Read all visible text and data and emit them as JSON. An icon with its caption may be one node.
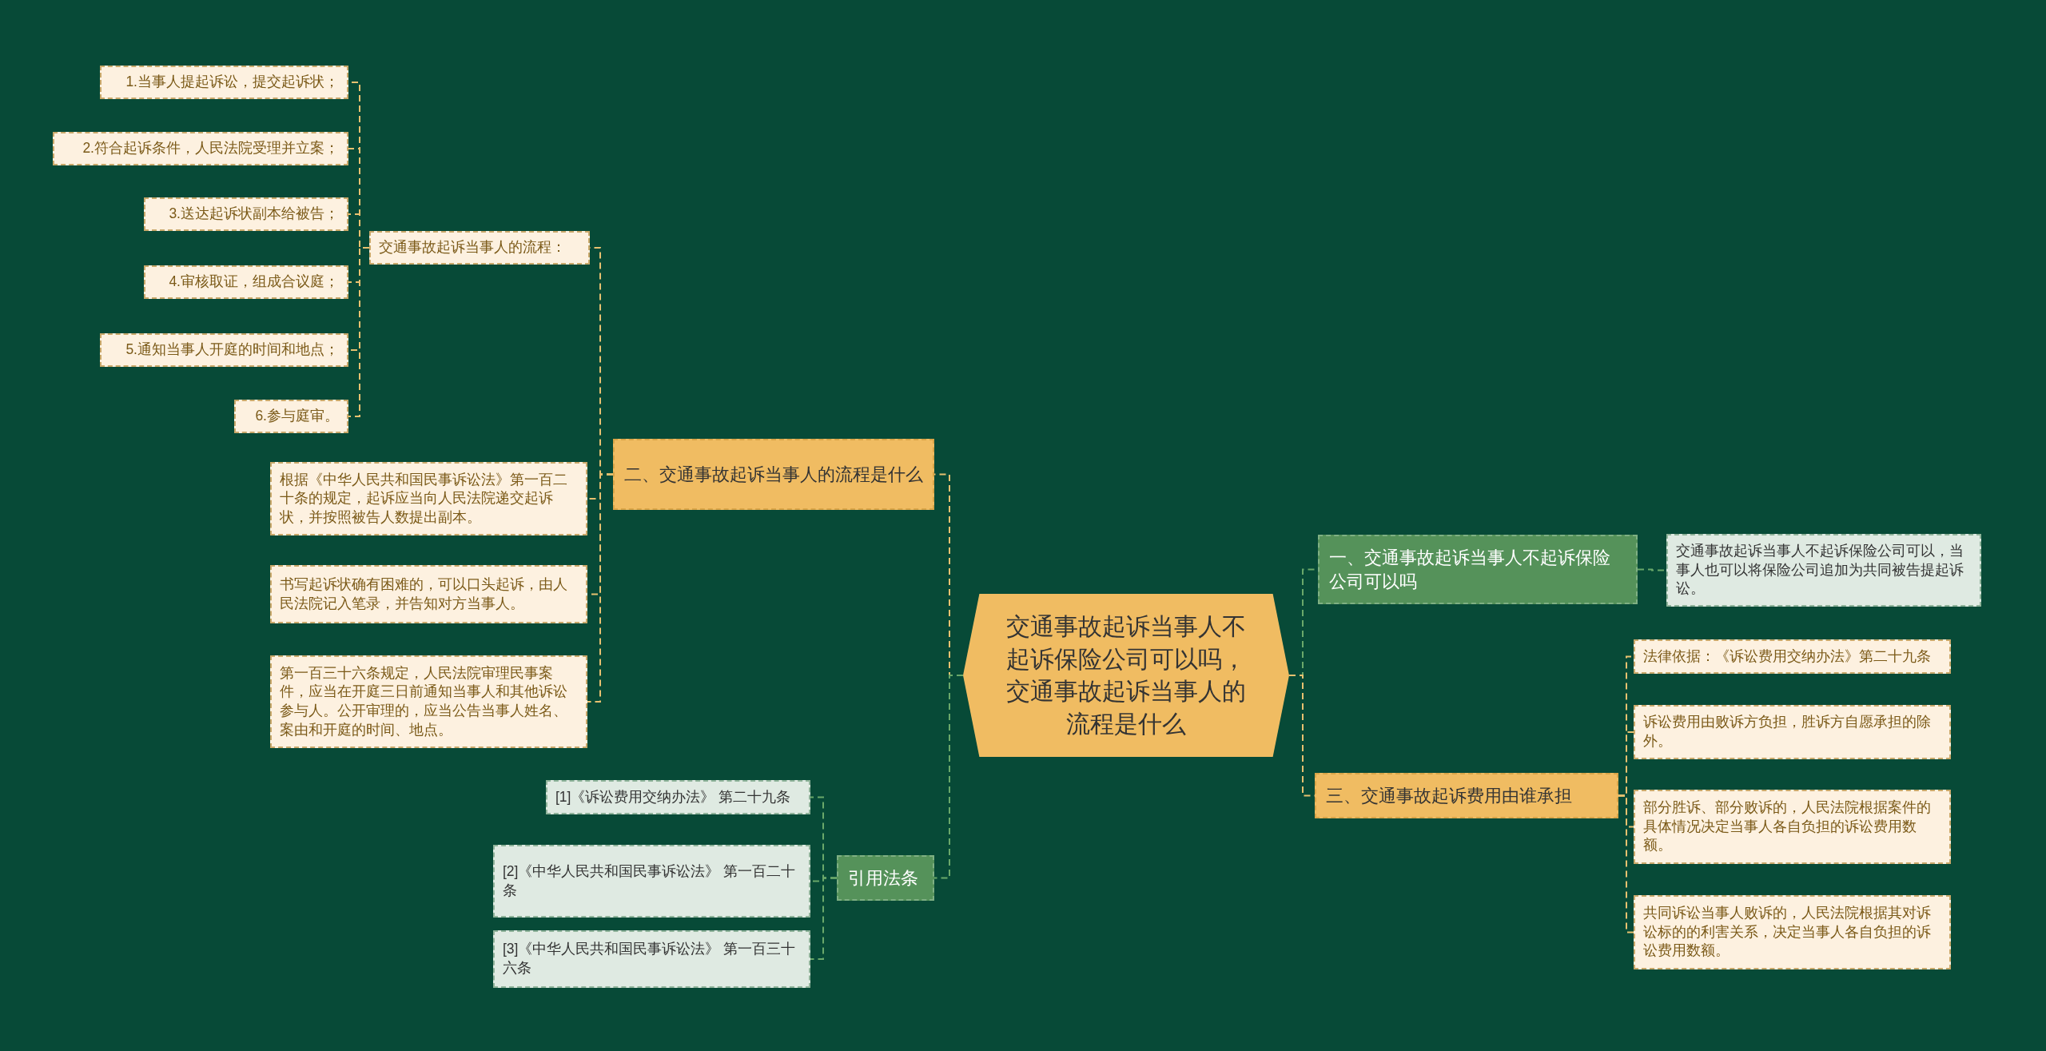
{
  "diagram": {
    "nodes": [
      {
        "text": [
          "交通事故起诉当事人不起诉保险公司可以吗，交通事故起诉当事人的流程是什么"
        ]
      },
      {
        "text": [
          "一、交通事故起诉当事人不起诉保险公司可以吗"
        ]
      },
      {
        "text": [
          "交通事故起诉当事人不起诉保险公司可以，当事人也可以将保险公司追加为共同被告提起诉讼。"
        ]
      },
      {
        "text": [
          "二、交通事故起诉当事人的流程是什么"
        ]
      },
      {
        "text": [
          "交通事故起诉当事人的流程："
        ]
      },
      {
        "text": [
          "1.当事人提起诉讼，提交起诉状；"
        ]
      },
      {
        "text": [
          "2.符合起诉条件，人民法院受理并立案；"
        ]
      },
      {
        "text": [
          "3.送达起诉状副本给被告；"
        ]
      },
      {
        "text": [
          "4.审核取证，组成合议庭；"
        ]
      },
      {
        "text": [
          "5.通知当事人开庭的时间和地点；"
        ]
      },
      {
        "text": [
          "6.参与庭审。"
        ]
      },
      {
        "text": [
          "根据《中华人民共和国民事诉讼法》第一百二十条的规定，起诉应当向人民法院递交起诉状，并按照被告人数提出副本。"
        ]
      },
      {
        "text": [
          "书写起诉状确有困难的，可以口头起诉，由人民法院记入笔录，并告知对方当事人。"
        ]
      },
      {
        "text": [
          "第一百三十六条规定，人民法院审理民事案件，应当在开庭三日前通知当事人和其他诉讼参与人。公开审理的，应当公告当事人姓名、案由和开庭的时间、地点。"
        ]
      },
      {
        "text": [
          "三、交通事故起诉费用由谁承担"
        ]
      },
      {
        "text": [
          "法律依据：《诉讼费用交纳办法》第二十九条"
        ]
      },
      {
        "text": [
          "诉讼费用由败诉方负担，胜诉方自愿承担的除外。"
        ]
      },
      {
        "text": [
          "部分胜诉、部分败诉的，人民法院根据案件的具体情况决定当事人各自负担的诉讼费用数额。"
        ]
      },
      {
        "text": [
          "共同诉讼当事人败诉的，人民法院根据其对诉讼标的的利害关系，决定当事人各自负担的诉讼费用数额。"
        ]
      },
      {
        "text": [
          "引用法条"
        ]
      },
      {
        "text": [
          "[1]《诉讼费用交纳办法》 第二十九条"
        ]
      },
      {
        "text": [
          "[2]《中华人民共和国民事诉讼法》 第一百二十条"
        ]
      },
      {
        "text": [
          "[3]《中华人民共和国民事诉讼法》 第一百三十六条"
        ]
      }
    ],
    "edges": [
      {
        "from": 0,
        "to": 1,
        "arrow": "none",
        "color": "#6aa86a"
      },
      {
        "from": 1,
        "to": 2,
        "arrow": "none",
        "color": "#6aa86a"
      },
      {
        "from": 0,
        "to": 3,
        "arrow": "none"
      },
      {
        "from": 3,
        "to": 4,
        "arrow": "none"
      },
      {
        "from": 4,
        "to": 5,
        "arrow": "none"
      },
      {
        "from": 4,
        "to": 6,
        "arrow": "none"
      },
      {
        "from": 4,
        "to": 7,
        "arrow": "none"
      },
      {
        "from": 4,
        "to": 8,
        "arrow": "none"
      },
      {
        "from": 4,
        "to": 9,
        "arrow": "none"
      },
      {
        "from": 4,
        "to": 10,
        "arrow": "none"
      },
      {
        "from": 3,
        "to": 11,
        "arrow": "none"
      },
      {
        "from": 3,
        "to": 12,
        "arrow": "none"
      },
      {
        "from": 3,
        "to": 13,
        "arrow": "none"
      },
      {
        "from": 0,
        "to": 14,
        "arrow": "none"
      },
      {
        "from": 14,
        "to": 15,
        "arrow": "none"
      },
      {
        "from": 14,
        "to": 16,
        "arrow": "none"
      },
      {
        "from": 14,
        "to": 17,
        "arrow": "none"
      },
      {
        "from": 14,
        "to": 18,
        "arrow": "none"
      },
      {
        "from": 0,
        "to": 19,
        "arrow": "none",
        "color": "#6aa86a"
      },
      {
        "from": 19,
        "to": 20,
        "arrow": "none",
        "color": "#6aa86a"
      },
      {
        "from": 19,
        "to": 21,
        "arrow": "none",
        "color": "#6aa86a"
      },
      {
        "from": 19,
        "to": 22,
        "arrow": "none",
        "color": "#6aa86a"
      }
    ]
  }
}
